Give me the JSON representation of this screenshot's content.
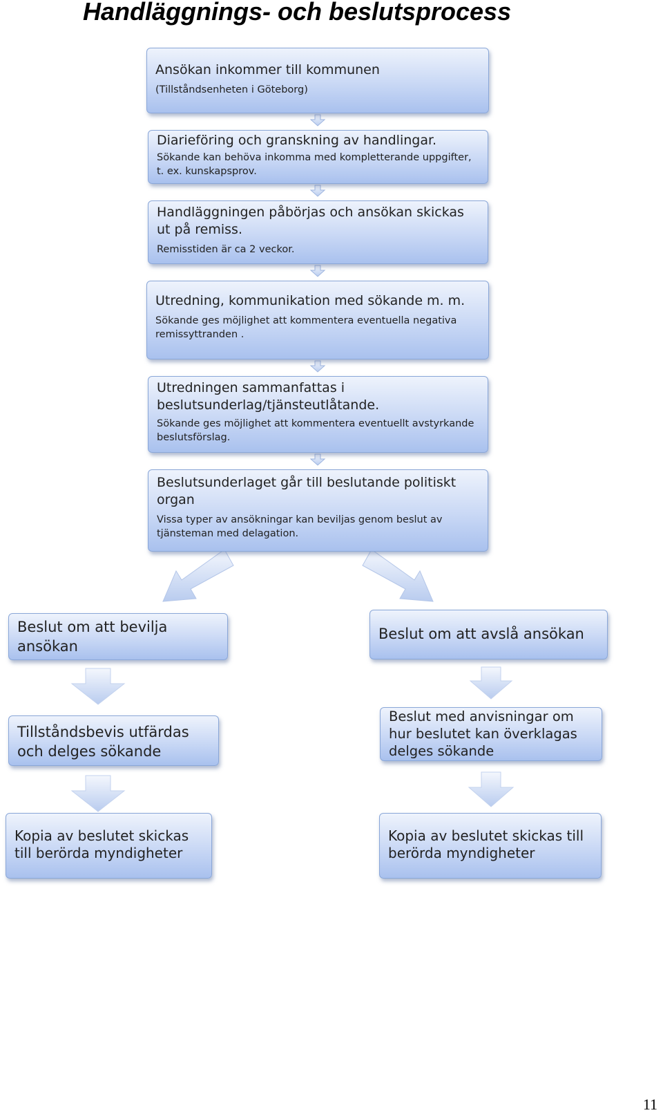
{
  "title": "Handläggnings- och beslutsprocess",
  "steps": [
    {
      "main": "Ansökan inkommer till kommunen",
      "sub": "(Tillståndsenheten i Göteborg)"
    },
    {
      "main": "Diarieföring och granskning av handlingar.",
      "sub": "Sökande kan behöva inkomma med kompletterande uppgifter, t. ex. kunskapsprov."
    },
    {
      "main": "Handläggningen påbörjas och ansökan skickas ut på remiss.",
      "sub": "Remisstiden är ca 2 veckor."
    },
    {
      "main": "Utredning, kommunikation med sökande m. m.",
      "sub": "Sökande ges möjlighet att kommentera eventuella  negativa remissyttranden ."
    },
    {
      "main": "Utredningen  sammanfattas i beslutsunderlag/tjänsteutlåtande.",
      "sub": "Sökande ges möjlighet att kommentera eventuellt avstyrkande beslutsförslag."
    },
    {
      "main": "Beslutsunderlaget går till beslutande politiskt organ",
      "sub": "Vissa typer av ansökningar kan beviljas genom beslut av tjänsteman med delagation."
    }
  ],
  "left_branch": [
    {
      "main": "Beslut om att bevilja ansökan"
    },
    {
      "main": "Tillståndsbevis utfärdas och delges sökande"
    },
    {
      "main": "Kopia av beslutet skickas till berörda  myndigheter"
    }
  ],
  "right_branch": [
    {
      "main": "Beslut om att avslå ansökan"
    },
    {
      "main": "Beslut med anvisningar om hur beslutet kan överklagas   delges sökande"
    },
    {
      "main": "Kopia av beslutet skickas till berörda  myndigheter"
    }
  ],
  "page_number": "11"
}
